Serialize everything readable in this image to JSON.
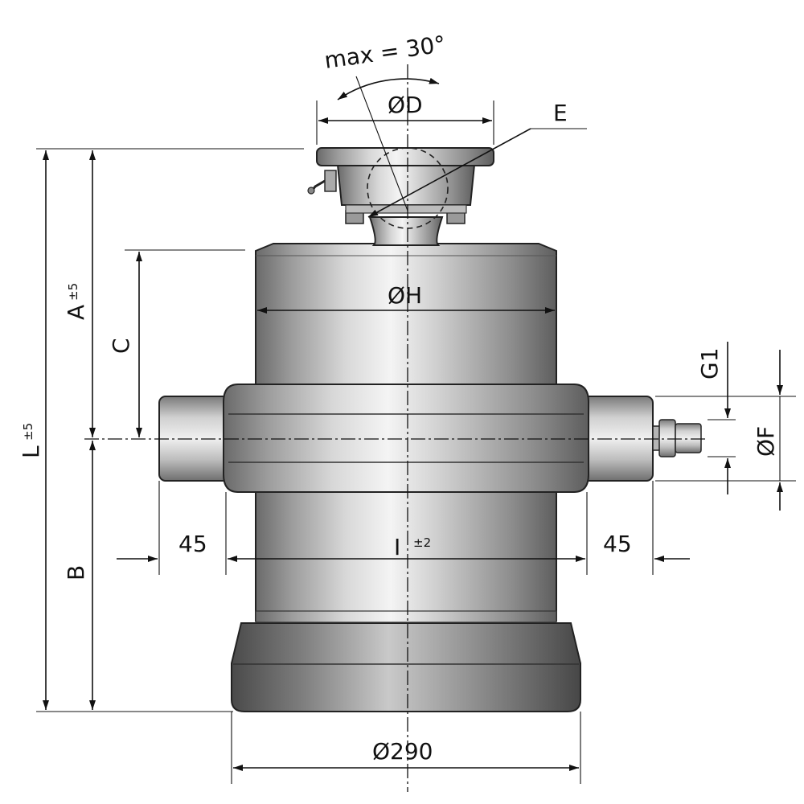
{
  "drawing": {
    "angle_label": "max = 30°",
    "dia_D": "ØD",
    "label_E": "E",
    "dia_H": "ØH",
    "label_A": "A",
    "tol_A": "±5",
    "label_C": "C",
    "label_L": "L",
    "tol_L": "±5",
    "label_B": "B",
    "label_G1": "G1",
    "dia_F": "ØF",
    "offset_left": "45",
    "offset_right": "45",
    "label_I": "I",
    "tol_I": "±2",
    "dia_base": "Ø290"
  }
}
